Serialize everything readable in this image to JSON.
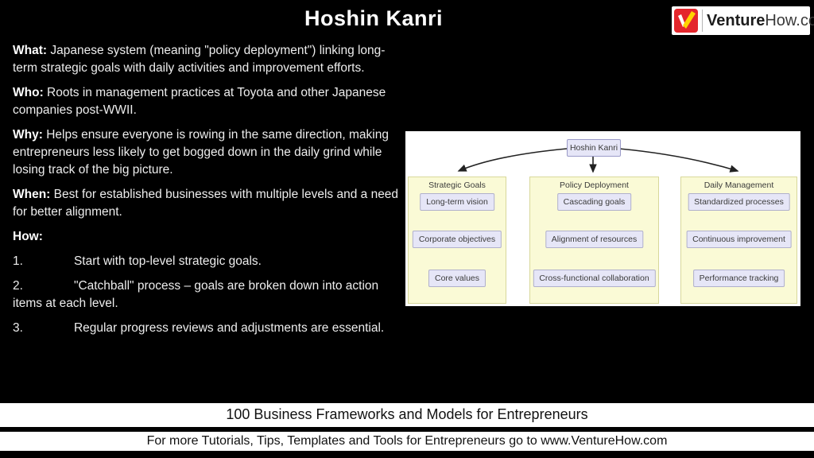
{
  "title": "Hoshin Kanri",
  "logo": {
    "text_bold": "Venture",
    "text_regular": "How.com",
    "badge_color": "#E4262C",
    "check_yellow": "#FFD400",
    "check_white": "#FFFFFF"
  },
  "left_panel": {
    "paragraphs": [
      {
        "label": "What:",
        "text": " Japanese system (meaning \"policy deployment\") linking long-term strategic goals with daily activities and improvement efforts."
      },
      {
        "label": "Who:",
        "text": " Roots in management practices at Toyota and other Japanese companies post-WWII."
      },
      {
        "label": "Why:",
        "text": " Helps ensure everyone is rowing in the same direction, making entrepreneurs less likely to get bogged down in the daily grind while losing track of the big picture."
      },
      {
        "label": "When:",
        "text": " Best for established businesses with multiple levels and a need for better alignment."
      },
      {
        "label": "How:",
        "text": ""
      }
    ],
    "steps": [
      {
        "num": "1.",
        "text": "Start with top-level strategic goals."
      },
      {
        "num": "2.",
        "text": "\"Catchball\" process – goals are broken down into action items at each level."
      },
      {
        "num": "3.",
        "text": "Regular progress reviews and adjustments are essential."
      }
    ]
  },
  "diagram": {
    "root": "Hoshin Kanri",
    "columns": [
      {
        "header": "Strategic Goals",
        "nodes": [
          "Long-term vision",
          "Corporate objectives",
          "Core values"
        ]
      },
      {
        "header": "Policy Deployment",
        "nodes": [
          "Cascading goals",
          "Alignment of resources",
          "Cross-functional collaboration"
        ]
      },
      {
        "header": "Daily Management",
        "nodes": [
          "Standardized processes",
          "Continuous improvement",
          "Performance tracking"
        ]
      }
    ],
    "colors": {
      "canvas_bg": "#FFFFFF",
      "panel_bg": "#FAFAD6",
      "panel_border": "#D8D89B",
      "node_bg": "#E6E6F7",
      "node_border": "#B0B0CC",
      "arrow": "#222222"
    }
  },
  "footer": {
    "line1": "100 Business Frameworks and Models for Entrepreneurs",
    "line2": "For more Tutorials, Tips, Templates and Tools for Entrepreneurs go to www.VentureHow.com"
  }
}
